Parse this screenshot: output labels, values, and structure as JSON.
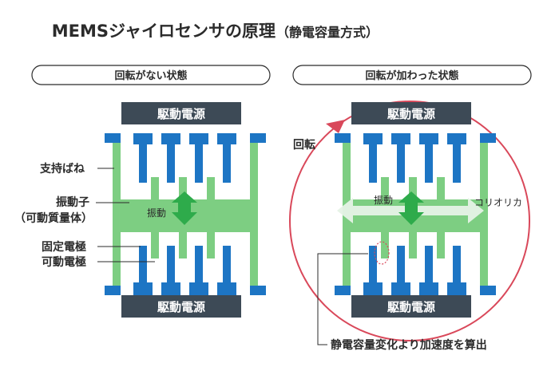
{
  "title": "MEMSジャイロセンサの原理",
  "title_sub": "（静電容量方式）",
  "left_panel": {
    "header": "回転がない状態",
    "drive_top": "駆動電源",
    "drive_bottom": "駆動電源",
    "vibration": "振動",
    "labels": {
      "spring": "支持ばね",
      "vibrator_1": "振動子",
      "vibrator_2": "（可動質量体）",
      "fixed_electrode": "固定電極",
      "movable_electrode": "可動電極"
    }
  },
  "right_panel": {
    "header": "回転が加わった状態",
    "drive_top": "駆動電源",
    "drive_bottom": "駆動電源",
    "vibration": "振動",
    "rotation": "回転",
    "coriolis": "コリオリカ",
    "caption": "静電容量変化より加速度を算出"
  },
  "colors": {
    "green": "#7dce82",
    "blue": "#1d75c4",
    "dark": "#3d4a56",
    "red": "#d9485a",
    "arrow_green": "#2eab4b",
    "white_arrow": "#e6f2e6"
  }
}
